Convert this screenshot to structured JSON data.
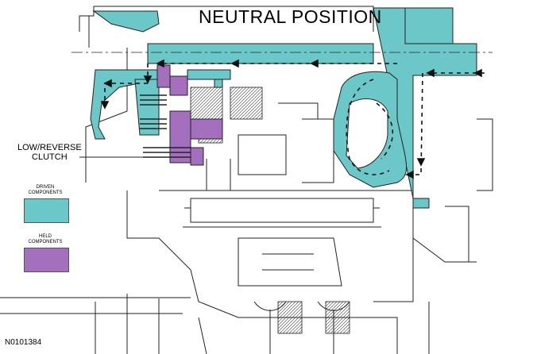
{
  "title": "NEUTRAL POSITION",
  "callout": {
    "line1": "LOW/REVERSE",
    "line2": "CLUTCH"
  },
  "legend": {
    "driven": {
      "line1": "DRIVEN",
      "line2": "COMPONENTS",
      "color": "#6cc8c8"
    },
    "held": {
      "line1": "HELD",
      "line2": "COMPONENTS",
      "color": "#a46fbd"
    }
  },
  "figure_id": "N0101384",
  "colors": {
    "driven": "#6cc8c8",
    "held": "#a46fbd",
    "line": "#222222"
  }
}
